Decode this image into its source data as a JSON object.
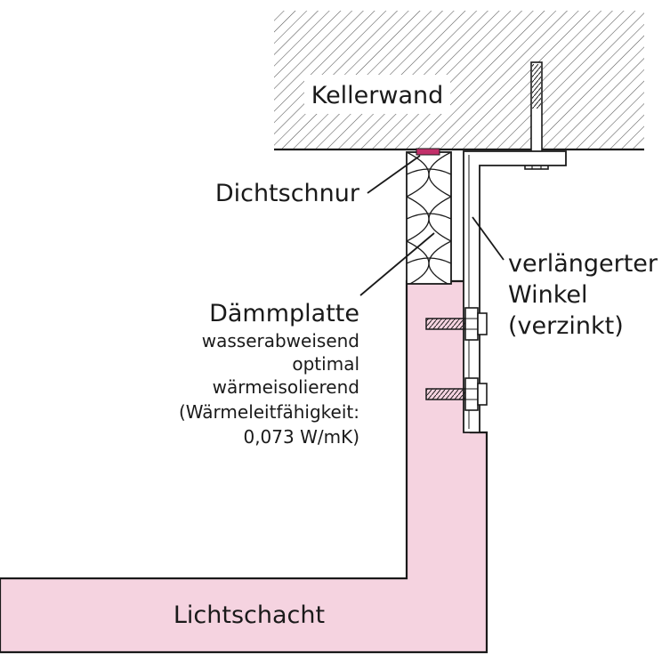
{
  "labels": {
    "kellerwand": "Kellerwand",
    "dichtschnur": "Dichtschnur",
    "daemmplatte": "Dämmplatte",
    "daemmplatte_details": [
      "wasserabweisend",
      "optimal",
      "wärmeisolierend",
      "(Wärmeleitfähigkeit:",
      "0,073 W/mK)"
    ],
    "winkel": [
      "verlängerter",
      "Winkel",
      "(verzinkt)"
    ],
    "lichtschacht": "Lichtschacht"
  },
  "colors": {
    "lichtschacht_fill": "#f5d3e0",
    "dichtschnur_fill": "#c2306a",
    "line": "#1a1a1a"
  }
}
